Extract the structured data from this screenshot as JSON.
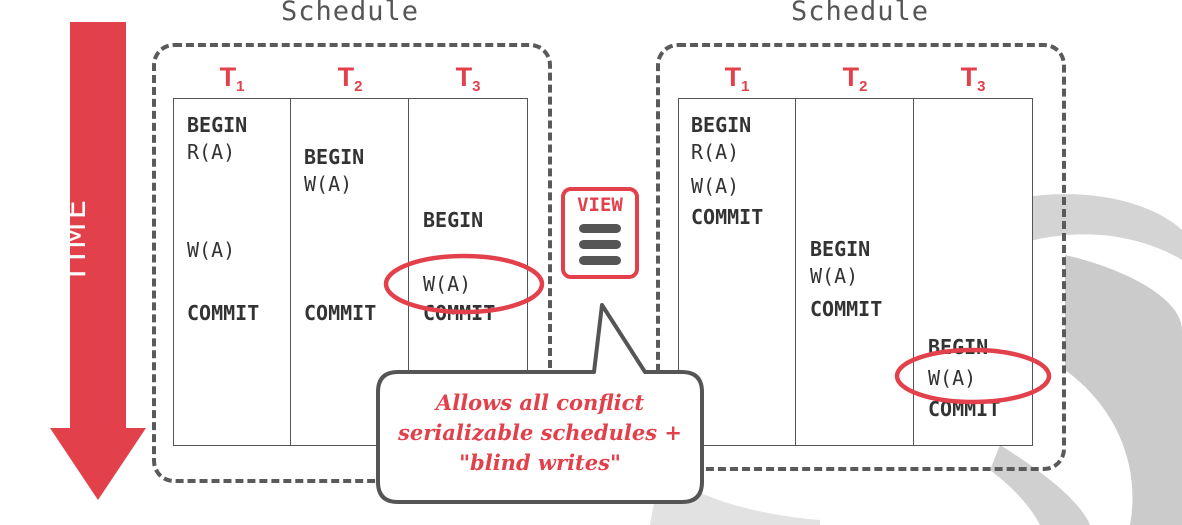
{
  "time_label": "TIME",
  "view_label": "VIEW",
  "callout": {
    "line1": "Allows all conflict",
    "line2": "serializable schedules +",
    "line3": "\"blind writes\""
  },
  "left_schedule": {
    "title": "Schedule",
    "transactions": [
      {
        "label": "T",
        "subscript": "1",
        "ops": [
          "BEGIN",
          "R(A)",
          "W(A)",
          "COMMIT"
        ]
      },
      {
        "label": "T",
        "subscript": "2",
        "ops": [
          "BEGIN",
          "W(A)",
          "COMMIT"
        ]
      },
      {
        "label": "T",
        "subscript": "3",
        "ops": [
          "BEGIN",
          "W(A)",
          "COMMIT"
        ]
      }
    ]
  },
  "right_schedule": {
    "title": "Schedule",
    "transactions": [
      {
        "label": "T",
        "subscript": "1",
        "ops": [
          "BEGIN",
          "R(A)",
          "W(A)",
          "COMMIT"
        ]
      },
      {
        "label": "T",
        "subscript": "2",
        "ops": [
          "BEGIN",
          "W(A)",
          "COMMIT"
        ]
      },
      {
        "label": "T",
        "subscript": "3",
        "ops": [
          "BEGIN",
          "W(A)",
          "COMMIT"
        ]
      }
    ]
  },
  "colors": {
    "accent": "#e2404b",
    "dark": "#555555",
    "text": "#333333",
    "decor": "#c8c8c8"
  }
}
